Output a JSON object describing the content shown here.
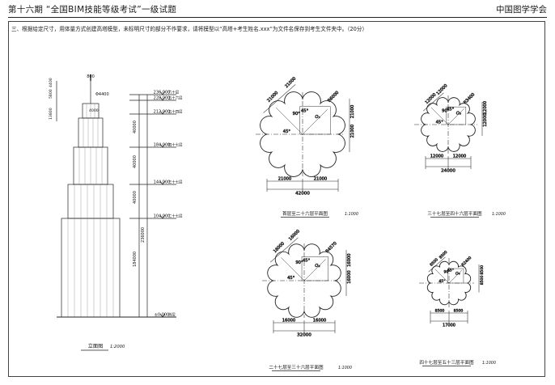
{
  "header": {
    "left": "第十六期 “全国BIM技能等级考试”一级试题",
    "right": "中国图学学会"
  },
  "question": "三、根据给定尺寸，用体量方式创建高塔模型，未标明尺寸的部分不作要求，请将模型以“高塔+考生姓名.xxx”为文件名保存到考生文件夹中。（20分）",
  "elevation": {
    "top_dims": [
      "800",
      "Φ4400",
      "4000"
    ],
    "left_dims": [
      "4400",
      "5800",
      "13800"
    ],
    "vertical_dims": [
      "184000",
      "236000",
      "40000",
      "40000",
      "40000"
    ],
    "levels": [
      {
        "value": "236.000",
        "name": "六十层"
      },
      {
        "value": "228.000",
        "name": "五十六层"
      },
      {
        "value": "212.000",
        "name": "五十四层"
      },
      {
        "value": "184.000",
        "name": "四十七层"
      },
      {
        "value": "144.000",
        "name": "三十七层"
      },
      {
        "value": "104.000",
        "name": "二十七层"
      },
      {
        "value": "±0.000",
        "name": "首层"
      }
    ],
    "title": "立面图",
    "scale": "1:2000"
  },
  "plans": [
    {
      "title": "首层至二十六层平面图",
      "scale": "1:1000",
      "dims": {
        "top1": "21000",
        "top2": "21000",
        "r": "R6000",
        "right1": "21000",
        "right2": "21000",
        "b1": "21000",
        "b2": "21000",
        "total": "42000",
        "angle45": "45°",
        "angle90": "90°",
        "o": "O₁"
      }
    },
    {
      "title": "三十七层至四十六层平面图",
      "scale": "1:1000",
      "dims": {
        "top1": "12000",
        "top2": "12000",
        "r": "R3400",
        "right1": "12000",
        "right2": "12000",
        "b1": "12000",
        "b2": "12000",
        "total": "24000",
        "angle45": "45°",
        "angle90": "90°",
        "o": "O₃"
      }
    },
    {
      "title": "二十七层至三十六层平面图",
      "scale": "1:1000",
      "dims": {
        "top1": "16000",
        "top2": "16000",
        "r": "R4570",
        "right1": "16000",
        "right2": "16000",
        "b1": "16000",
        "b2": "16000",
        "total": "32000",
        "angle45": "45°",
        "angle90": "90°",
        "o": "O₂"
      }
    },
    {
      "title": "四十七层至五十三层平面图",
      "scale": "1:1000",
      "dims": {
        "top1": "8500",
        "top2": "8500",
        "r": "R2400",
        "right1": "8500",
        "right2": "8500",
        "b1": "8500",
        "b2": "8500",
        "total": "17000",
        "angle45": "45°",
        "angle90": "90°",
        "o": "O₄"
      }
    }
  ]
}
